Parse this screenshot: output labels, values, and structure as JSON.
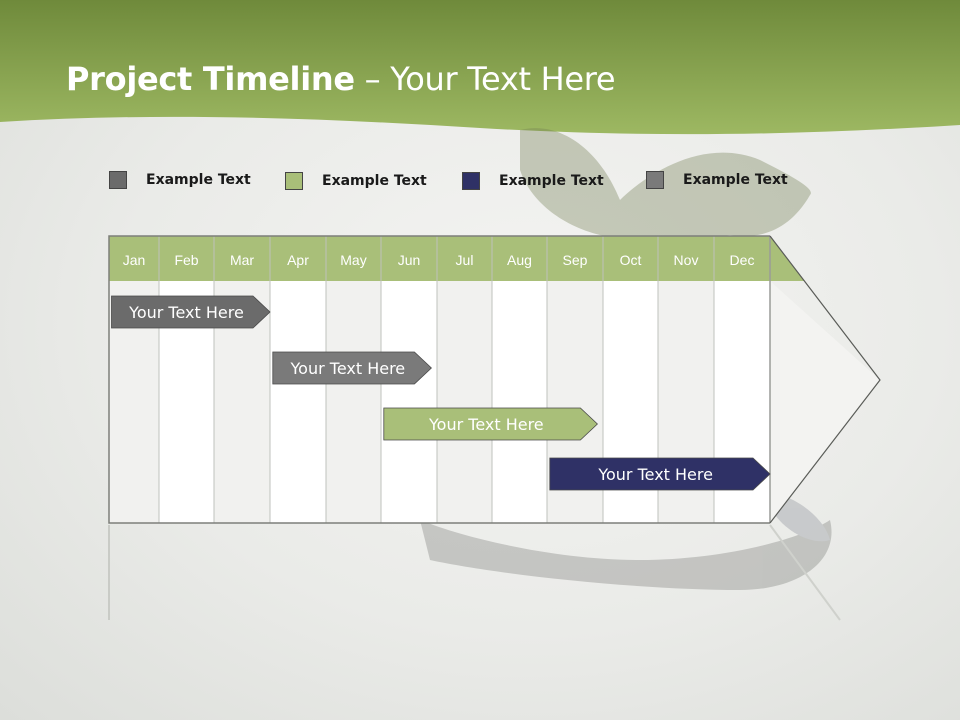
{
  "header": {
    "title_bold": "Project Timeline",
    "title_rest": " – Your Text Here"
  },
  "colors": {
    "header_green": "#8fa654",
    "month_green": "#a9bf79",
    "gray_dark": "#6b6b6b",
    "gray_mid": "#7a7a7a",
    "green_bar": "#a9bf79",
    "navy_bar": "#2f3166"
  },
  "legend": [
    {
      "label": "Example Text",
      "color": "#6b6b6b"
    },
    {
      "label": "Example Text",
      "color": "#a9bf79"
    },
    {
      "label": "Example Text",
      "color": "#2f3166"
    },
    {
      "label": "Example Text",
      "color": "#7a7a7a"
    }
  ],
  "chart_data": {
    "type": "gantt",
    "months": [
      "Jan",
      "Feb",
      "Mar",
      "Apr",
      "May",
      "Jun",
      "Jul",
      "Aug",
      "Sep",
      "Oct",
      "Nov",
      "Dec"
    ],
    "tasks": [
      {
        "label": "Your  Text Here",
        "start": 0.05,
        "end": 3.0,
        "color": "#6b6b6b"
      },
      {
        "label": "Your  Text Here",
        "start": 3.05,
        "end": 5.9,
        "color": "#7a7a7a"
      },
      {
        "label": "Your  Text Here",
        "start": 5.05,
        "end": 8.9,
        "color": "#a9bf79"
      },
      {
        "label": "Your  Text Here",
        "start": 8.05,
        "end": 12.0,
        "color": "#2f3166"
      }
    ]
  }
}
